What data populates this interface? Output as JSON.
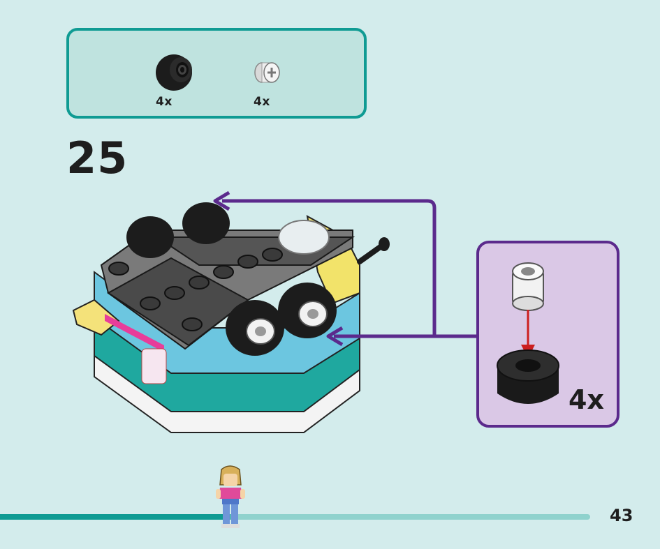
{
  "parts_list": {
    "items": [
      {
        "name": "tire-icon",
        "quantity": "4x"
      },
      {
        "name": "rim-icon",
        "quantity": "4x"
      }
    ]
  },
  "step": {
    "number": "25"
  },
  "callout": {
    "quantity": "4x"
  },
  "progress": {
    "fraction": 0.39
  },
  "page": {
    "number": "43"
  },
  "colors": {
    "background": "#d3ecec",
    "teal_accent": "#0f9b93",
    "purple_accent": "#5b2a8c",
    "callout_fill": "#dac8e6",
    "arrow_red": "#cc1f1f"
  }
}
